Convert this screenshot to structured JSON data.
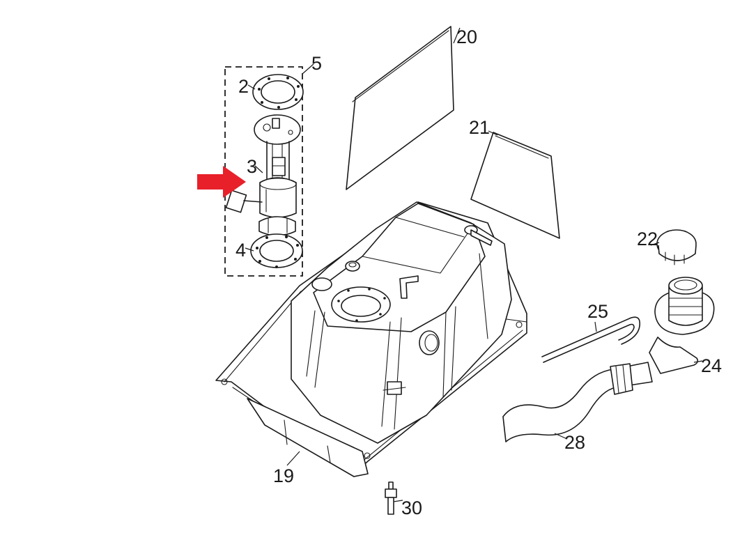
{
  "diagram": {
    "labels": {
      "gasket_top": "2",
      "fuel_pump": "3",
      "gasket_bottom": "4",
      "pump_assembly": "5",
      "fuel_tank": "19",
      "heat_shield_large": "20",
      "heat_shield_small": "21",
      "filler_cap": "22",
      "filler_neck": "24",
      "vent_tube": "25",
      "filler_hose": "28",
      "drain_plug": "30"
    },
    "highlight": {
      "arrow_color": "#e8202a",
      "target": "3"
    }
  }
}
